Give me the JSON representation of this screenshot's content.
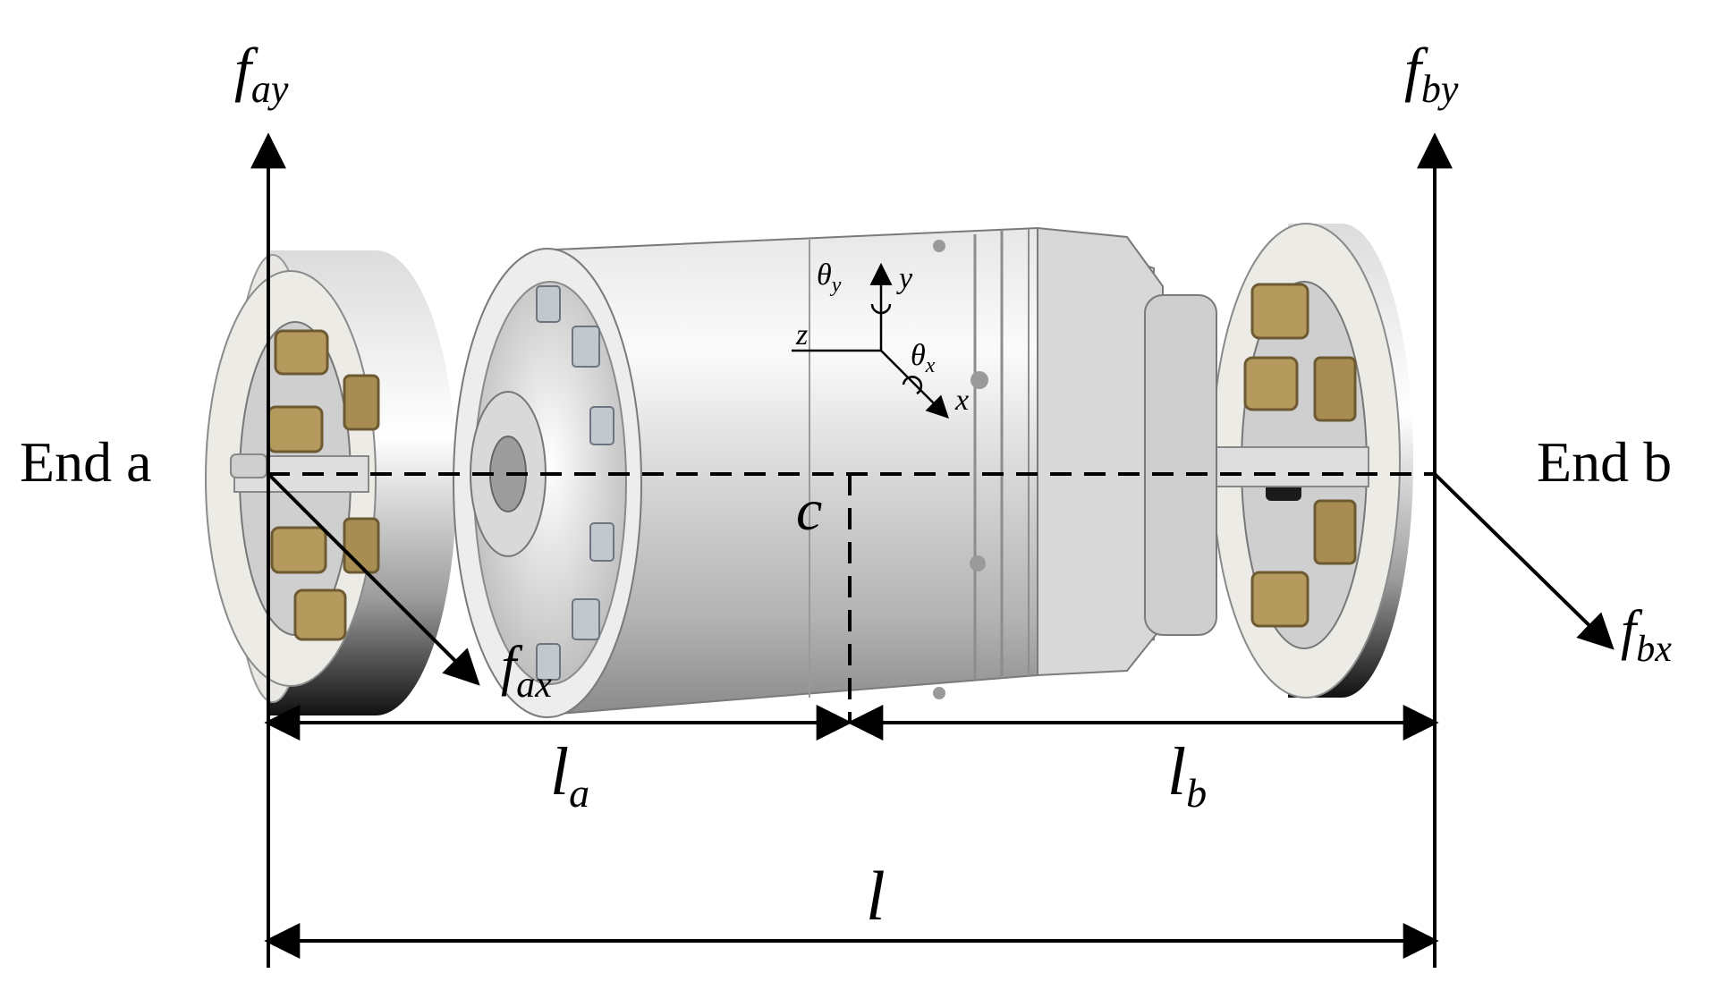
{
  "labels": {
    "end_a": "End a",
    "end_b": "End b",
    "f_ay": {
      "base": "f",
      "sub": "ay"
    },
    "f_by": {
      "base": "f",
      "sub": "by"
    },
    "f_ax": {
      "base": "f",
      "sub": "ax"
    },
    "f_bx": {
      "base": "f",
      "sub": "bx"
    },
    "center": "c",
    "l_a": {
      "base": "l",
      "sub": "a"
    },
    "l_b": {
      "base": "l",
      "sub": "b"
    },
    "l_total": "l",
    "coords": {
      "theta_y": {
        "base": "θ",
        "sub": "y"
      },
      "y": "y",
      "z": "z",
      "theta_x": {
        "base": "θ",
        "sub": "x"
      },
      "x": "x"
    }
  },
  "colors": {
    "ink": "#000000",
    "metal_light": "#f4f4f4",
    "metal_mid": "#c9c9c9",
    "metal_dark": "#8d8d8d",
    "coil": "#b59a5e",
    "coil_dark": "#6e5a32",
    "ring_face": "#ecebe6"
  }
}
